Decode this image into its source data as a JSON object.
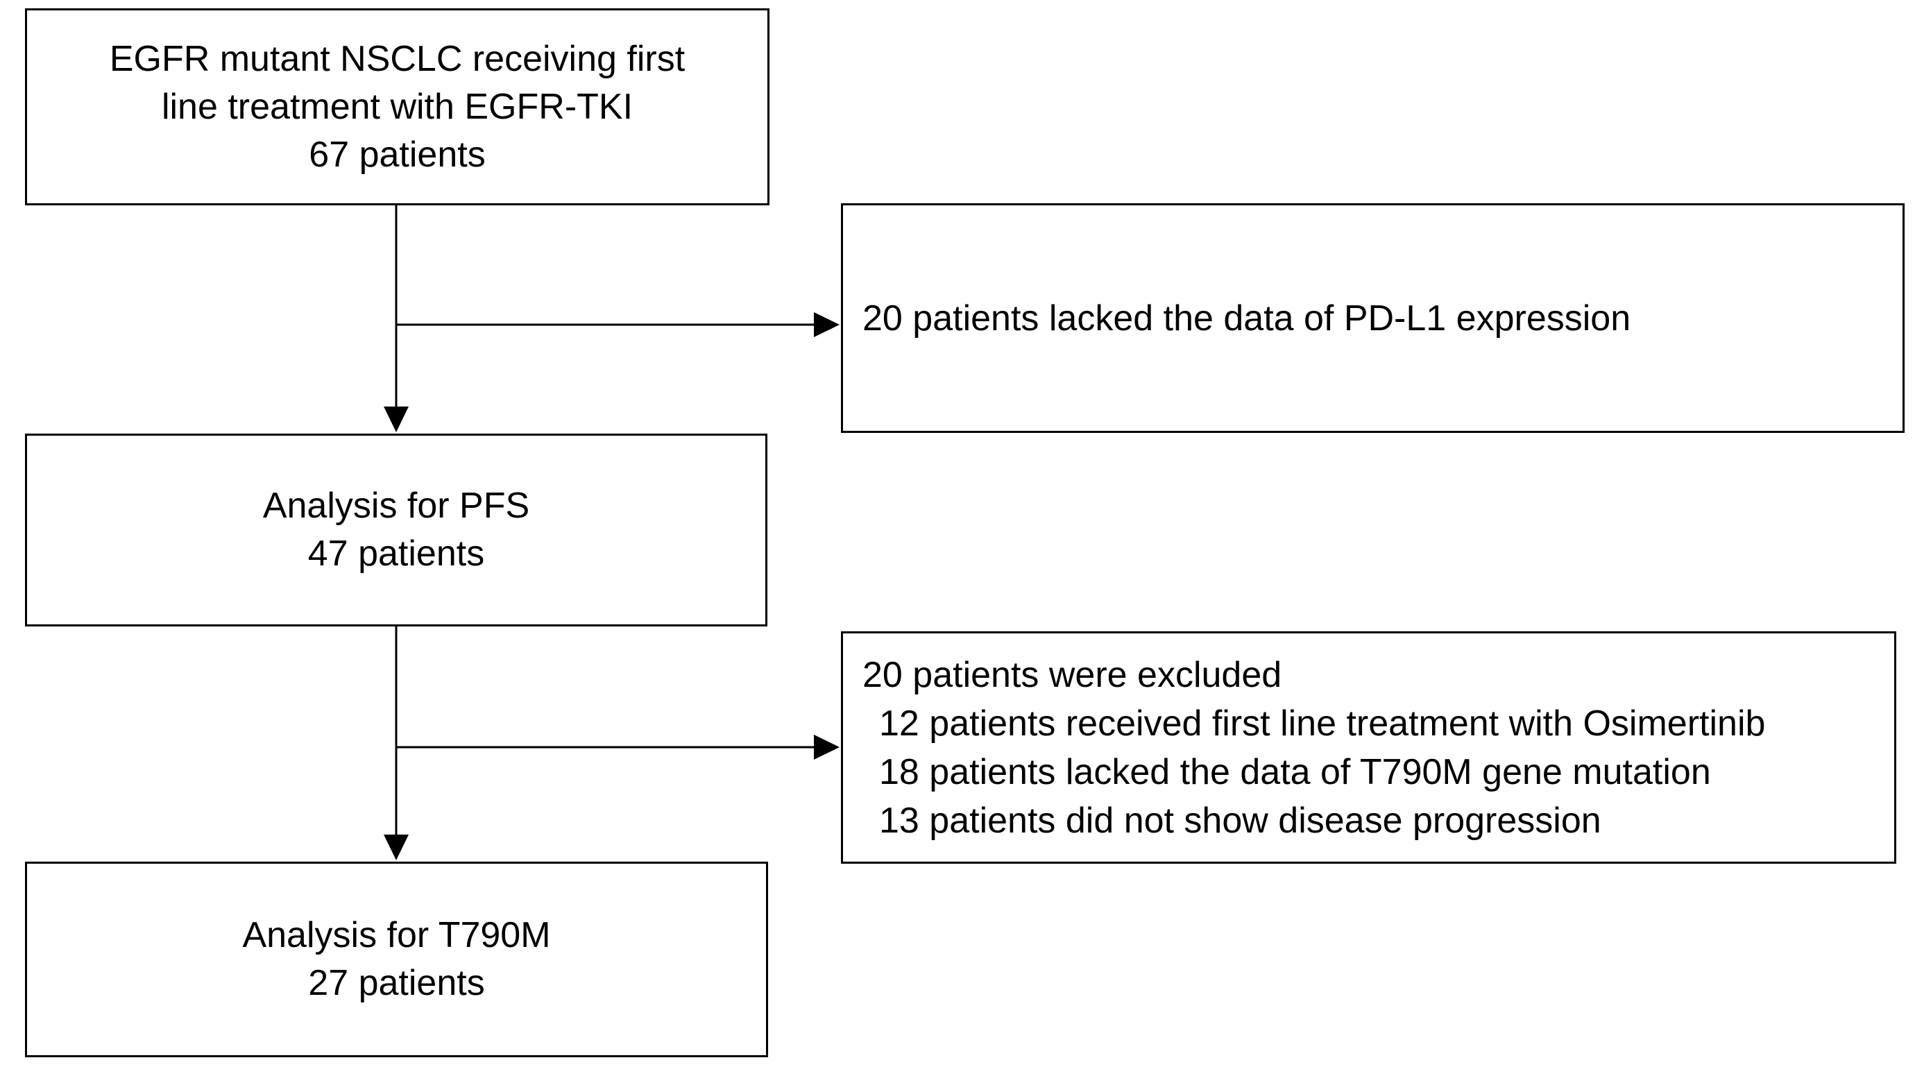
{
  "flowchart": {
    "nodes": {
      "egfr_tki": {
        "line1": "EGFR mutant NSCLC receiving first",
        "line2": "line treatment with EGFR-TKI",
        "line3": "67 patients"
      },
      "analysis_pfs": {
        "line1": "Analysis for PFS",
        "line2": "47 patients"
      },
      "analysis_t790m": {
        "line1": "Analysis for T790M",
        "line2": "27 patients"
      },
      "pdl1_exclusion": {
        "line1": "20 patients lacked the data of PD-L1 expression"
      },
      "t790m_exclusion": {
        "line1": "20 patients were excluded",
        "line2": "12 patients received first line treatment with Osimertinib",
        "line3": "18 patients lacked the data of T790M gene mutation",
        "line4": "13 patients did not show disease progression"
      }
    },
    "colors": {
      "background": "#ffffff",
      "border": "#000000",
      "text": "#000000",
      "connector": "#000000"
    }
  }
}
